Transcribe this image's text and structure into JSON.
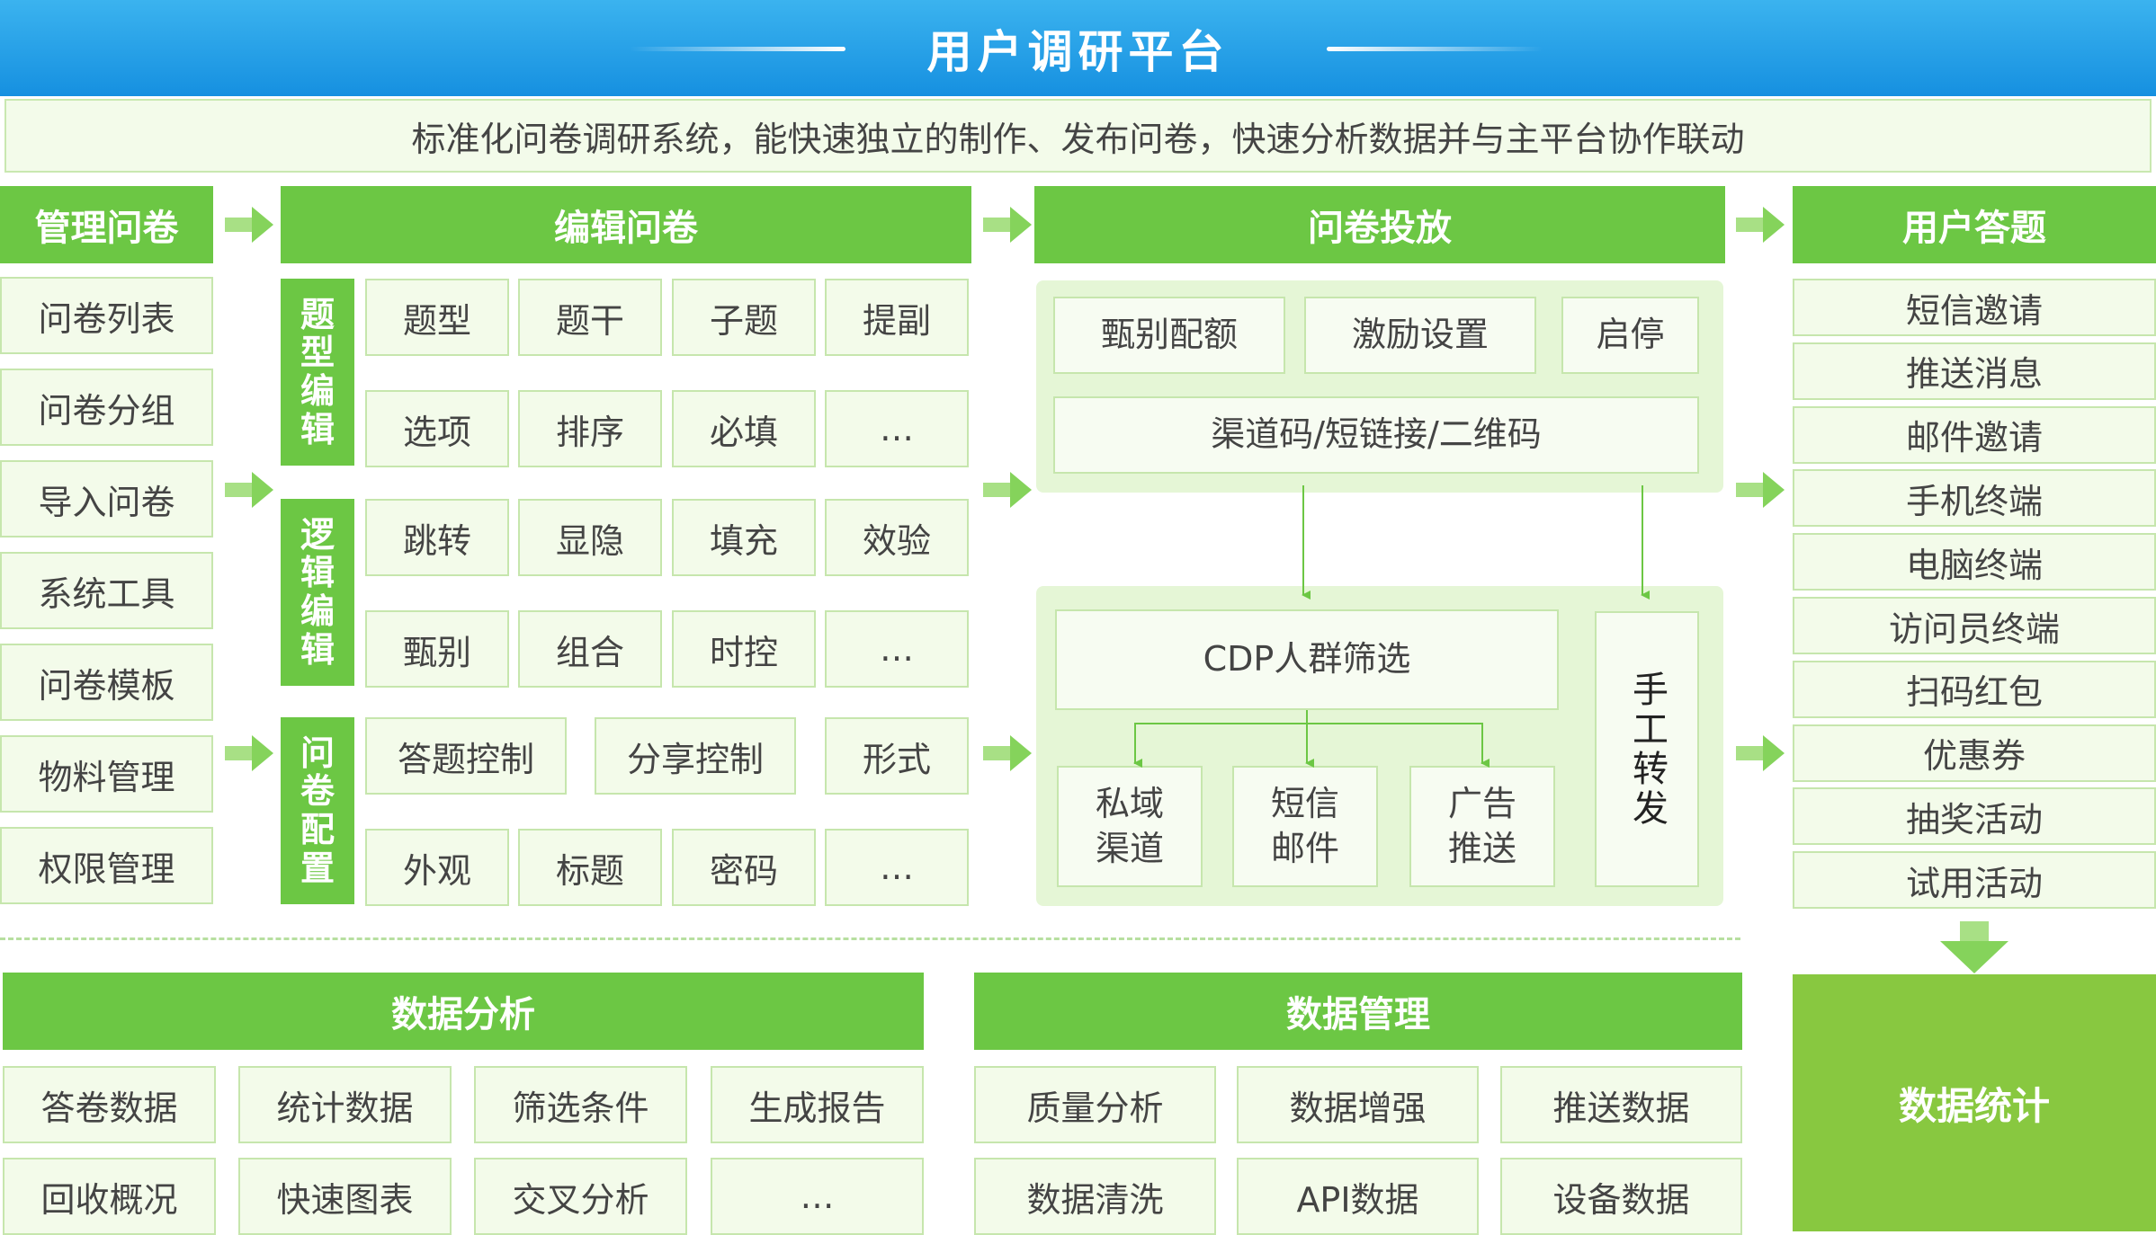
{
  "header": {
    "title": "用户调研平台"
  },
  "subtitle": "标准化问卷调研系统，能快速独立的制作、发布问卷，快速分析数据并与主平台协作联动",
  "manage": {
    "title": "管理问卷",
    "items": [
      "问卷列表",
      "问卷分组",
      "导入问卷",
      "系统工具",
      "问卷模板",
      "物料管理",
      "权限管理"
    ]
  },
  "edit": {
    "title": "编辑问卷",
    "groups": [
      {
        "label": "题型编辑",
        "row1": [
          "题型",
          "题干",
          "子题",
          "提副"
        ],
        "row2": [
          "选项",
          "排序",
          "必填",
          "…"
        ]
      },
      {
        "label": "逻辑编辑",
        "row1": [
          "跳转",
          "显隐",
          "填充",
          "效验"
        ],
        "row2": [
          "甄别",
          "组合",
          "时控",
          "…"
        ]
      },
      {
        "label": "问卷配置",
        "row1": [
          "答题控制",
          "分享控制",
          "形式"
        ],
        "row2": [
          "外观",
          "标题",
          "密码",
          "…"
        ]
      }
    ]
  },
  "deliver": {
    "title": "问卷投放",
    "top": [
      "甄别配额",
      "激励设置",
      "启停"
    ],
    "channel": "渠道码/短链接/二维码",
    "cdp": "CDP人群筛选",
    "subs": [
      "私域\n渠道",
      "短信\n邮件",
      "广告\n推送"
    ],
    "manual": "手工转发"
  },
  "answer": {
    "title": "用户答题",
    "items": [
      "短信邀请",
      "推送消息",
      "邮件邀请",
      "手机终端",
      "电脑终端",
      "访问员终端",
      "扫码红包",
      "优惠券",
      "抽奖活动",
      "试用活动"
    ]
  },
  "analysis": {
    "title": "数据分析",
    "row1": [
      "答卷数据",
      "统计数据",
      "筛选条件",
      "生成报告"
    ],
    "row2": [
      "回收概况",
      "快速图表",
      "交叉分析",
      "…"
    ]
  },
  "datamgmt": {
    "title": "数据管理",
    "row1": [
      "质量分析",
      "数据增强",
      "推送数据"
    ],
    "row2": [
      "数据清洗",
      "API数据",
      "设备数据"
    ]
  },
  "stat": {
    "title": "数据统计"
  },
  "colors": {
    "green_header": "#6cc744",
    "cell_bg": "#f3fbea",
    "border": "#c6e6ad",
    "blue_header": "#1690e0"
  }
}
